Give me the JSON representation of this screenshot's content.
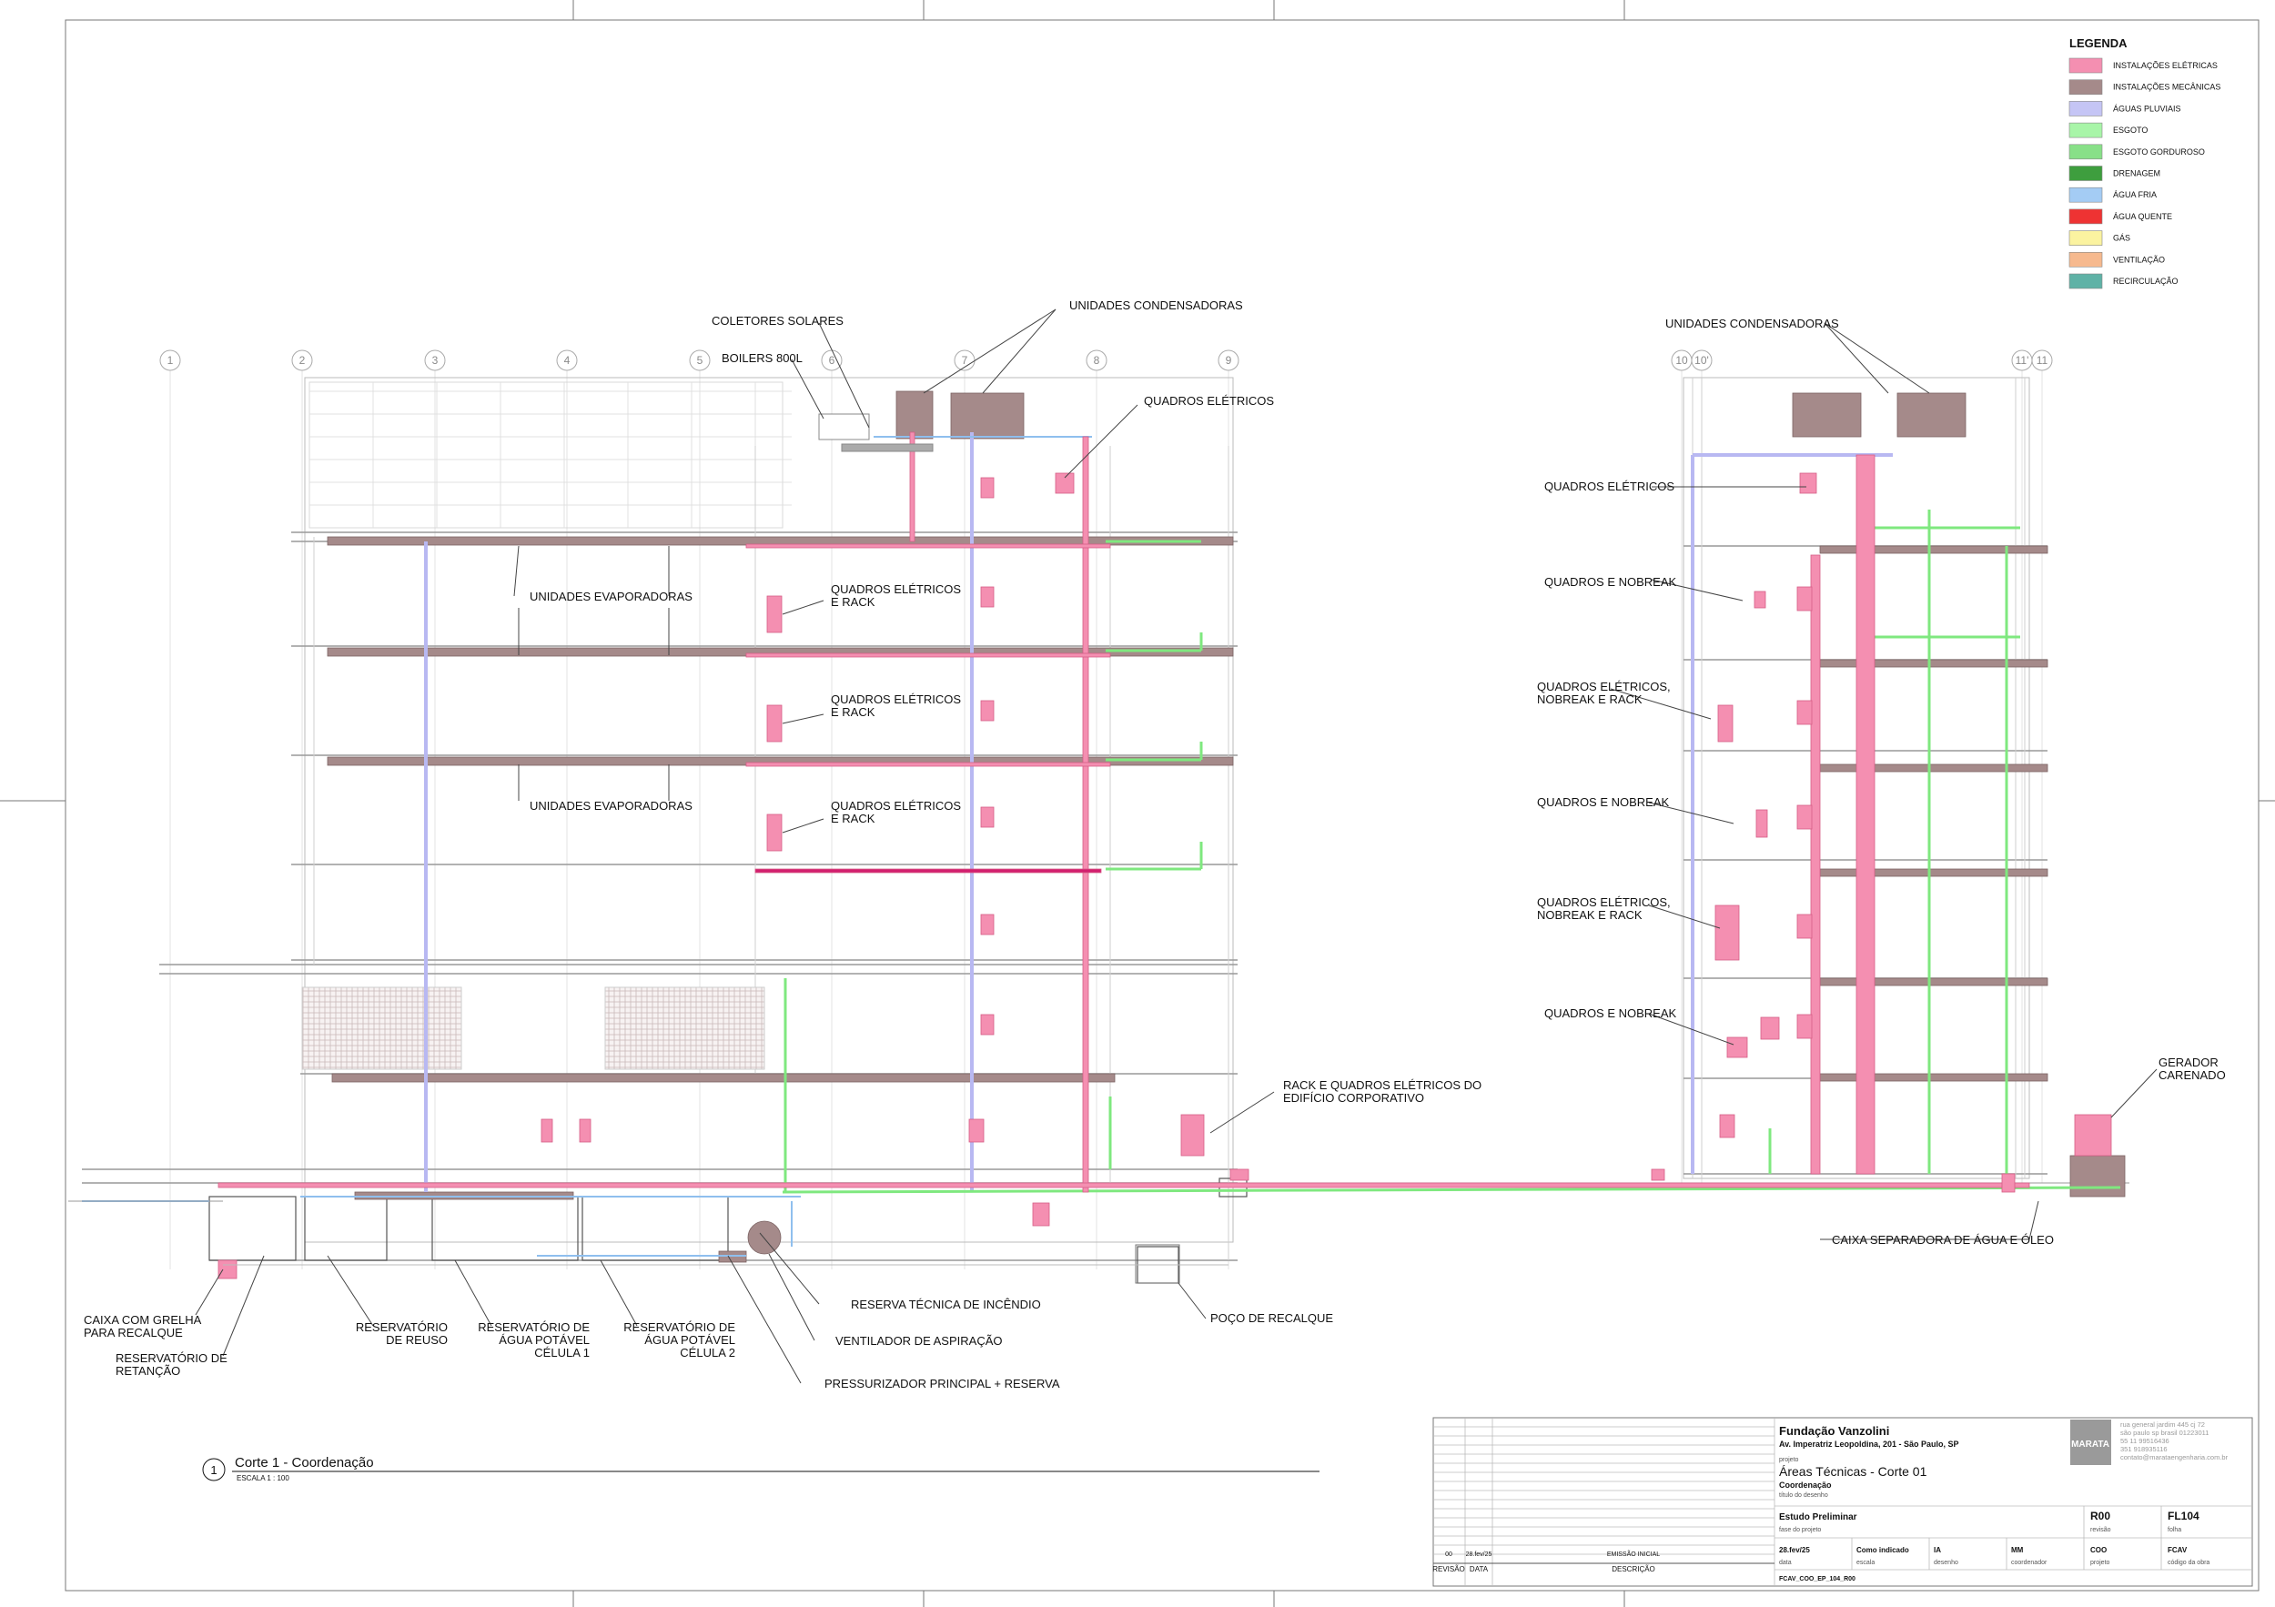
{
  "legend": {
    "title": "LEGENDA",
    "items": [
      {
        "label": "INSTALAÇÕES ELÉTRICAS",
        "color": "#f48fb1"
      },
      {
        "label": "INSTALAÇÕES MECÂNICAS",
        "color": "#a58a8a"
      },
      {
        "label": "ÁGUAS PLUVIAIS",
        "color": "#c5c5f5"
      },
      {
        "label": "ESGOTO",
        "color": "#a8f5a8"
      },
      {
        "label": "ESGOTO GORDUROSO",
        "color": "#88e088"
      },
      {
        "label": "DRENAGEM",
        "color": "#3e9e3e"
      },
      {
        "label": "ÁGUA FRIA",
        "color": "#a4ccf4"
      },
      {
        "label": "ÁGUA QUENTE",
        "color": "#ee3333"
      },
      {
        "label": "GÁS",
        "color": "#fbf3a0"
      },
      {
        "label": "VENTILAÇÃO",
        "color": "#f6b98e"
      },
      {
        "label": "RECIRCULAÇÃO",
        "color": "#5fb2a6"
      }
    ]
  },
  "grid": {
    "left": [
      "1",
      "2",
      "3",
      "4",
      "5",
      "6",
      "7",
      "8",
      "9"
    ],
    "right": [
      "10",
      "10'",
      "11'",
      "11"
    ]
  },
  "annotations": {
    "coletores": "COLETORES SOLARES",
    "boilers": "BOILERS 800L",
    "condensadoras_left": "UNIDADES CONDENSADORAS",
    "quadros_top": "QUADROS ELÉTRICOS",
    "evap_1": "UNIDADES EVAPORADORAS",
    "evap_2": "UNIDADES EVAPORADORAS",
    "qer_1_a": "QUADROS ELÉTRICOS",
    "qer_1_b": "E RACK",
    "qer_2_a": "QUADROS ELÉTRICOS",
    "qer_2_b": "E RACK",
    "qer_3_a": "QUADROS ELÉTRICOS",
    "qer_3_b": "E RACK",
    "rack_corp_a": "RACK E QUADROS ELÉTRICOS DO",
    "rack_corp_b": "EDIFÍCIO CORPORATIVO",
    "condensadoras_right": "UNIDADES CONDENSADORAS",
    "quadros_right": "QUADROS ELÉTRICOS",
    "qn_1": "QUADROS E NOBREAK",
    "qenr_1_a": "QUADROS ELÉTRICOS,",
    "qenr_1_b": "NOBREAK E RACK",
    "qn_2": "QUADROS E NOBREAK",
    "qenr_2_a": "QUADROS ELÉTRICOS,",
    "qenr_2_b": "NOBREAK E RACK",
    "qn_3": "QUADROS E NOBREAK",
    "gerador_a": "GERADOR",
    "gerador_b": "CARENADO",
    "caixa_sep": "CAIXA SEPARADORA DE ÁGUA E ÓLEO",
    "caixa_grelha_a": "CAIXA COM GRELHA",
    "caixa_grelha_b": "PARA RECALQUE",
    "res_ret_a": "RESERVATÓRIO DE",
    "res_ret_b": "RETANÇÃO",
    "res_reuso_a": "RESERVATÓRIO",
    "res_reuso_b": "DE REUSO",
    "res_c1_a": "RESERVATÓRIO DE",
    "res_c1_b": "ÁGUA POTÁVEL",
    "res_c1_c": "CÉLULA 1",
    "res_c2_a": "RESERVATÓRIO DE",
    "res_c2_b": "ÁGUA POTÁVEL",
    "res_c2_c": "CÉLULA 2",
    "reserva_incendio": "RESERVA TÉCNICA DE INCÊNDIO",
    "ventilador": "VENTILADOR DE ASPIRAÇÃO",
    "pressurizador": "PRESSURIZADOR PRINCIPAL + RESERVA",
    "poco": "POÇO DE RECALQUE"
  },
  "view": {
    "number": "1",
    "title": "Corte 1 - Coordenação",
    "scale": "ESCALA 1 : 100"
  },
  "title_block": {
    "client": "Fundação Vanzolini",
    "address": "Av. Imperatriz Leopoldina, 201 - São Paulo, SP",
    "projeto_label": "projeto",
    "drawing_title": "Áreas Técnicas - Corte 01",
    "drawing_subtitle": "Coordenação",
    "drawing_title_label": "título do desenho",
    "phase": "Estudo Preliminar",
    "phase_label": "fase do projeto",
    "revision": "R00",
    "revision_label": "revisão",
    "sheet": "FL104",
    "sheet_label": "folha",
    "date": "28.fev/25",
    "date_label": "data",
    "scale": "Como indicado",
    "scale_label": "escala",
    "drawn": "IA",
    "drawn_label": "desenho",
    "coordinator": "MM",
    "coordinator_label": "coordenador",
    "project_code": "COO",
    "project_code_label": "projeto",
    "work_code": "FCAV",
    "work_code_label": "código da obra",
    "file_code": "FCAV_COO_EP_104_R00",
    "firm_logo": "MARATA",
    "firm_lines": [
      "rua general jardim 445 cj 72",
      "são paulo sp brasil 01223011",
      "55 11 99516436",
      "351 918935116",
      "contato@marataengenharia.com.br"
    ],
    "rev_row": {
      "num": "00",
      "date": "28.fev/25",
      "desc": "EMISSÃO INICIAL"
    },
    "rev_headers": {
      "num": "REVISÃO",
      "date": "DATA",
      "desc": "DESCRIÇÃO"
    }
  }
}
